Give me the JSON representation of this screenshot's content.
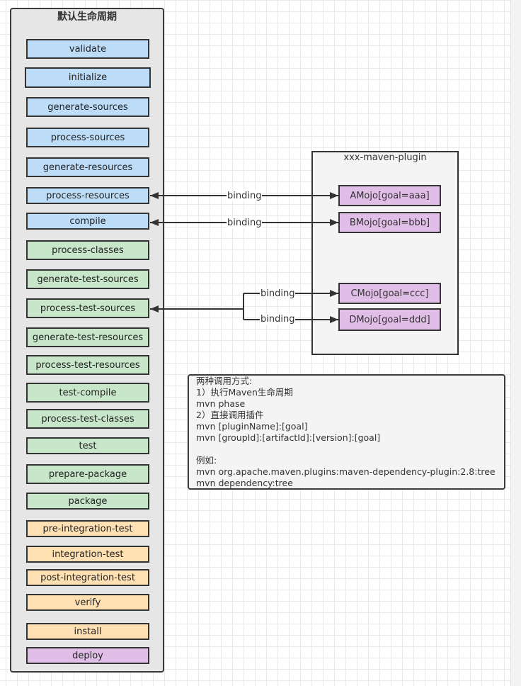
{
  "lifecycle": {
    "title": "默认生命周期",
    "phases": [
      {
        "label": "validate",
        "group": "blue"
      },
      {
        "label": "initialize",
        "group": "blue"
      },
      {
        "label": "generate-sources",
        "group": "blue"
      },
      {
        "label": "process-sources",
        "group": "blue"
      },
      {
        "label": "generate-resources",
        "group": "blue"
      },
      {
        "label": "process-resources",
        "group": "blue"
      },
      {
        "label": "compile",
        "group": "blue"
      },
      {
        "label": "process-classes",
        "group": "green"
      },
      {
        "label": "generate-test-sources",
        "group": "green"
      },
      {
        "label": "process-test-sources",
        "group": "green"
      },
      {
        "label": "generate-test-resources",
        "group": "green"
      },
      {
        "label": "process-test-resources",
        "group": "green"
      },
      {
        "label": "test-compile",
        "group": "green"
      },
      {
        "label": "process-test-classes",
        "group": "green"
      },
      {
        "label": "test",
        "group": "green"
      },
      {
        "label": "prepare-package",
        "group": "green"
      },
      {
        "label": "package",
        "group": "green"
      },
      {
        "label": "pre-integration-test",
        "group": "orange"
      },
      {
        "label": "integration-test",
        "group": "orange"
      },
      {
        "label": "post-integration-test",
        "group": "orange"
      },
      {
        "label": "verify",
        "group": "orange"
      },
      {
        "label": "install",
        "group": "orange"
      },
      {
        "label": "deploy",
        "group": "purple"
      }
    ]
  },
  "colors": {
    "blue": "#bddcf8",
    "green": "#c8e6c9",
    "orange": "#ffe0b2",
    "purple": "#e1bee7",
    "mojo": "#e1bee7"
  },
  "plugin": {
    "title": "xxx-maven-plugin",
    "mojos": [
      {
        "label": "AMojo[goal=aaa]"
      },
      {
        "label": "BMojo[goal=bbb]"
      },
      {
        "label": "CMojo[goal=ccc]"
      },
      {
        "label": "DMojo[goal=ddd]"
      }
    ]
  },
  "bindings": [
    {
      "label": "binding",
      "phase": "process-resources",
      "mojo": "AMojo[goal=aaa]"
    },
    {
      "label": "binding",
      "phase": "compile",
      "mojo": "BMojo[goal=bbb]"
    },
    {
      "label": "binding",
      "phase": "process-test-sources",
      "mojo": "CMojo[goal=ccc]"
    },
    {
      "label": "binding",
      "phase": "process-test-sources",
      "mojo": "DMojo[goal=ddd]"
    }
  ],
  "note": {
    "lines": [
      "两种调用方式:",
      "1）执行Maven生命周期",
      "mvn phase",
      "2）直接调用插件",
      "mvn [pluginName]:[goal]",
      "mvn [groupId]:[artifactId]:[version]:[goal]",
      "",
      "例如:",
      "mvn org.apache.maven.plugins:maven-dependency-plugin:2.8:tree",
      "mvn dependency:tree"
    ]
  }
}
